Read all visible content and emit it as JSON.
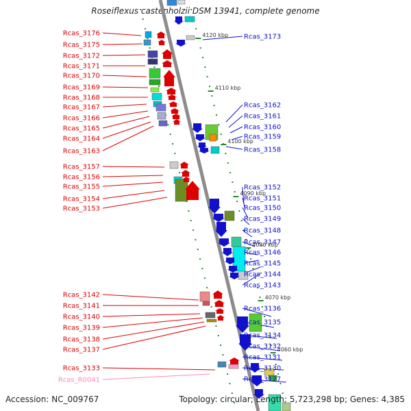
{
  "title": "Roseiflexus castenholzii DSM 13941, complete genome",
  "footer": {
    "accession": "Accession: NC_009767",
    "summary": "Topology: circular; Length: 5,723,298 bp; Genes: 4,385"
  },
  "colors": {
    "backbone": "#8c8c8c",
    "tick": "#228b22",
    "minus_strand": "#dd0000",
    "plus_strand": "#1111cc",
    "rna": "#ff88bb"
  },
  "scale": {
    "unit": "kbp",
    "ticks": [
      "4120 kbp",
      "4110 kbp",
      "4100 kbp",
      "4090 kbp",
      "4080 kbp",
      "4070 kbp",
      "4060 kbp"
    ]
  },
  "genes_left": [
    {
      "id": "Rcas_3176",
      "kind": "cds"
    },
    {
      "id": "Rcas_3175",
      "kind": "cds"
    },
    {
      "id": "Rcas_3172",
      "kind": "cds"
    },
    {
      "id": "Rcas_3171",
      "kind": "cds"
    },
    {
      "id": "Rcas_3170",
      "kind": "cds"
    },
    {
      "id": "Rcas_3169",
      "kind": "cds"
    },
    {
      "id": "Rcas_3168",
      "kind": "cds"
    },
    {
      "id": "Rcas_3167",
      "kind": "cds"
    },
    {
      "id": "Rcas_3166",
      "kind": "cds"
    },
    {
      "id": "Rcas_3165",
      "kind": "cds"
    },
    {
      "id": "Rcas_3164",
      "kind": "cds"
    },
    {
      "id": "Rcas_3163",
      "kind": "cds"
    },
    {
      "id": "Rcas_3157",
      "kind": "cds"
    },
    {
      "id": "Rcas_3156",
      "kind": "cds"
    },
    {
      "id": "Rcas_3155",
      "kind": "cds"
    },
    {
      "id": "Rcas_3154",
      "kind": "cds"
    },
    {
      "id": "Rcas_3153",
      "kind": "cds"
    },
    {
      "id": "Rcas_3142",
      "kind": "cds"
    },
    {
      "id": "Rcas_3141",
      "kind": "cds"
    },
    {
      "id": "Rcas_3140",
      "kind": "cds"
    },
    {
      "id": "Rcas_3139",
      "kind": "cds"
    },
    {
      "id": "Rcas_3138",
      "kind": "cds"
    },
    {
      "id": "Rcas_3137",
      "kind": "cds"
    },
    {
      "id": "Rcas_3133",
      "kind": "cds"
    },
    {
      "id": "Rcas_R0041",
      "kind": "rna"
    }
  ],
  "genes_right": [
    {
      "id": "Rcas_3173"
    },
    {
      "id": "Rcas_3162"
    },
    {
      "id": "Rcas_3161"
    },
    {
      "id": "Rcas_3160"
    },
    {
      "id": "Rcas_3159"
    },
    {
      "id": "Rcas_3158"
    },
    {
      "id": "Rcas_3152"
    },
    {
      "id": "Rcas_3151"
    },
    {
      "id": "Rcas_3150"
    },
    {
      "id": "Rcas_3149"
    },
    {
      "id": "Rcas_3148"
    },
    {
      "id": "Rcas_3147"
    },
    {
      "id": "Rcas_3146"
    },
    {
      "id": "Rcas_3145"
    },
    {
      "id": "Rcas_3144"
    },
    {
      "id": "Rcas_3143"
    },
    {
      "id": "Rcas_3136"
    },
    {
      "id": "Rcas_3135"
    },
    {
      "id": "Rcas_3134"
    },
    {
      "id": "Rcas_3132"
    },
    {
      "id": "Rcas_3131"
    },
    {
      "id": "Rcas_3130"
    },
    {
      "id": "Rcas_3127"
    }
  ]
}
